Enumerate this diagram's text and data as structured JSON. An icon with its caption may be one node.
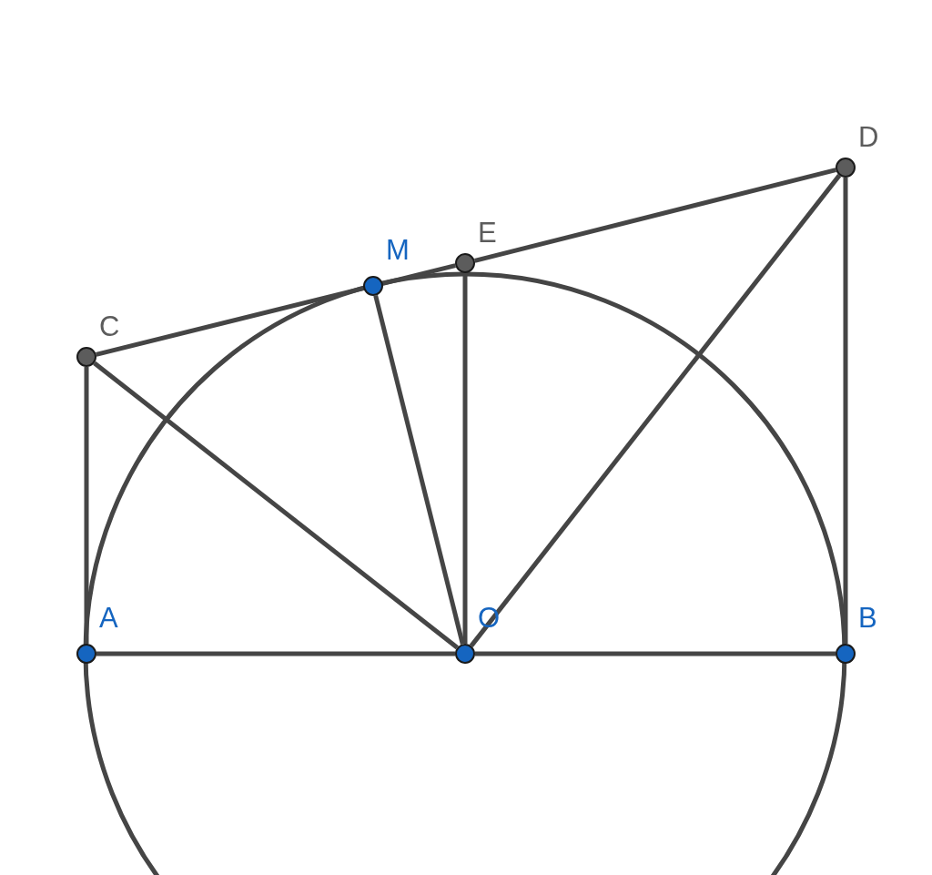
{
  "diagram": {
    "nodes": [
      {
        "text": [
          "D"
        ]
      },
      {
        "text": [
          "E"
        ]
      },
      {
        "text": [
          "M"
        ]
      },
      {
        "text": [
          "C"
        ]
      },
      {
        "text": [
          "A"
        ]
      },
      {
        "text": [
          "O"
        ]
      },
      {
        "text": [
          "B"
        ]
      }
    ],
    "edges": [
      {
        "from": 3,
        "to": 2,
        "arrow": "none"
      },
      {
        "from": 2,
        "to": 1,
        "arrow": "none"
      },
      {
        "from": 1,
        "to": 0,
        "arrow": "none"
      },
      {
        "from": 4,
        "to": 3,
        "arrow": "none"
      },
      {
        "from": 3,
        "to": 5,
        "arrow": "none"
      },
      {
        "from": 2,
        "to": 5,
        "arrow": "none"
      },
      {
        "from": 1,
        "to": 5,
        "arrow": "none"
      },
      {
        "from": 0,
        "to": 5,
        "arrow": "none"
      },
      {
        "from": 0,
        "to": 6,
        "arrow": "none"
      },
      {
        "from": 4,
        "to": 5,
        "arrow": "none"
      },
      {
        "from": 5,
        "to": 6,
        "arrow": "none"
      }
    ]
  }
}
